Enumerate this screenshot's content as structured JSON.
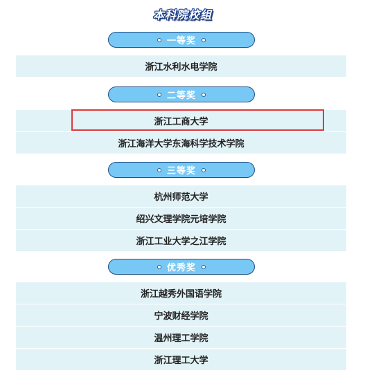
{
  "title": "本科院校组",
  "sections": [
    {
      "header": "一等奖",
      "schools": [
        "浙江水利水电学院"
      ]
    },
    {
      "header": "二等奖",
      "schools": [
        "浙江工商大学",
        "浙江海洋大学东海科学技术学院"
      ]
    },
    {
      "header": "三等奖",
      "schools": [
        "杭州师范大学",
        "绍兴文理学院元培学院",
        "浙江工业大学之江学院"
      ]
    },
    {
      "header": "优秀奖",
      "schools": [
        "浙江越秀外国语学院",
        "宁波财经学院",
        "温州理工学院",
        "浙江理工大学"
      ]
    }
  ],
  "colors": {
    "pill_fill": "#77c8f5",
    "pill_border": "#1f4f86",
    "row_background": "#e2f3f8",
    "highlight_border": "#e0393a"
  }
}
